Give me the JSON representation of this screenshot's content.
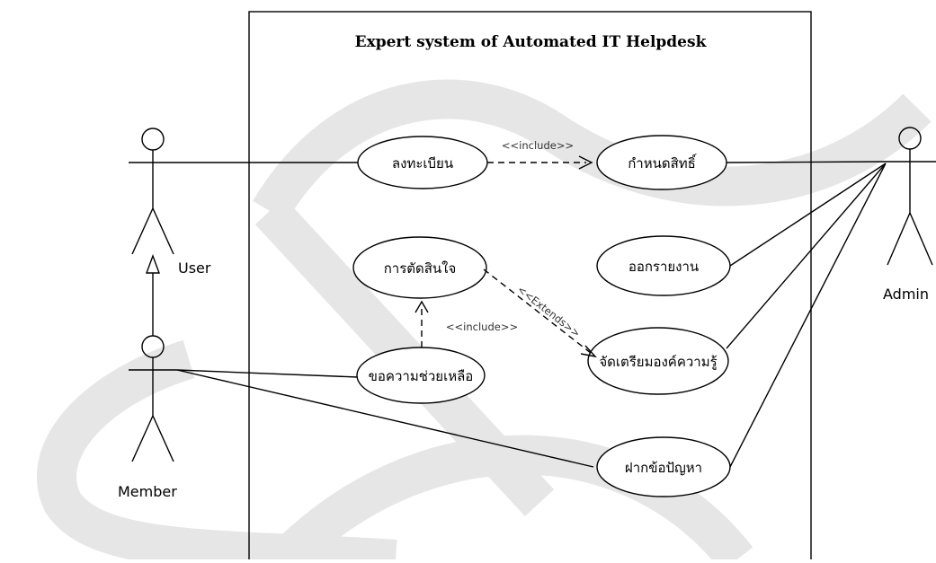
{
  "diagram": {
    "system_title": "Expert system of Automated IT Helpdesk",
    "actors": {
      "user": "User",
      "member": "Member",
      "admin": "Admin"
    },
    "use_cases": {
      "register": "ลงทะเบียน",
      "set_permission": "กำหนดสิทธิ์",
      "decision": "การตัดสินใจ",
      "report": "ออกรายงาน",
      "prepare_knowledge": "จัดเตรียมองค์ความรู้",
      "request_help": "ขอความช่วยเหลือ",
      "submit_problem": "ฝากข้อปัญหา"
    },
    "relations": {
      "include_register": "<<include>>",
      "include_help": "<<include>>",
      "extends": "<<Extends>>"
    },
    "watermark_color": "#e6e6e6"
  }
}
